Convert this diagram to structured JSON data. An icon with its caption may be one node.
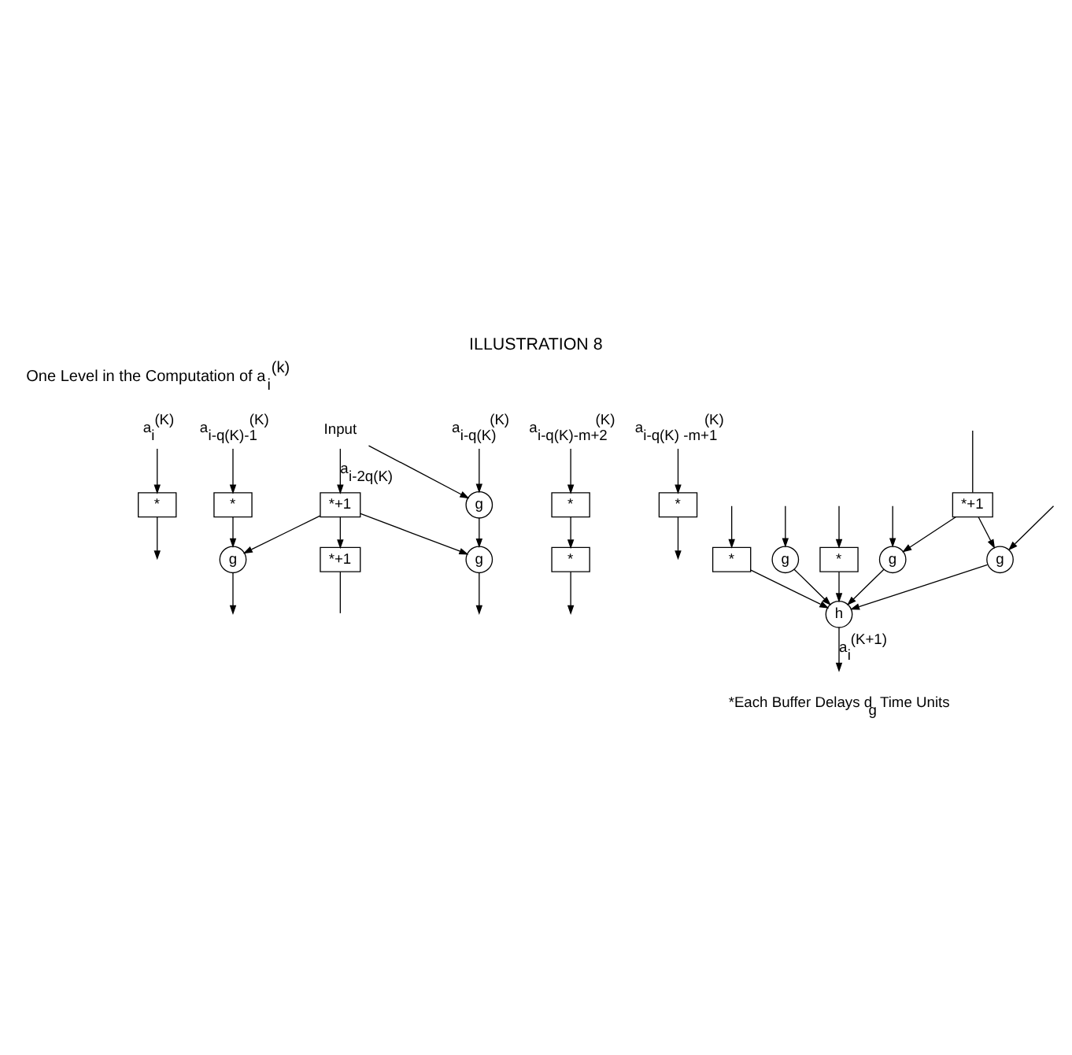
{
  "diagram": {
    "title": "ILLUSTRATION 8",
    "nodes": [
      {
        "text": [
          "a$_{i}$$^{(K)}$"
        ]
      },
      {
        "text": [
          "Input"
        ]
      },
      {
        "text": [
          "a$_{i-q(K)}$$^{(K)}$"
        ]
      },
      {
        "text": [
          "a$_{i-q(K)-1}$$^{(K)}$"
        ]
      },
      {
        "text": [
          "a$_{i-q(K)-m+2}$$^{(K)}$"
        ]
      },
      {
        "text": [
          "a$_{i-q(K) -m+1}$$^{(K)}$"
        ]
      },
      {
        "text": [
          "*"
        ]
      },
      {
        "text": [
          "*+1"
        ]
      },
      {
        "text": [
          "g"
        ]
      },
      {
        "text": [
          "*"
        ]
      },
      {
        "text": [
          "*"
        ]
      },
      {
        "text": [
          "*"
        ]
      },
      {
        "text": [
          "*+1"
        ]
      },
      {
        "text": [
          "g"
        ]
      },
      {
        "text": [
          "g"
        ]
      },
      {
        "text": [
          "*"
        ]
      },
      {
        "text": [
          "*+1"
        ]
      },
      {
        "text": [
          "*"
        ]
      },
      {
        "text": [
          "g"
        ]
      },
      {
        "text": [
          "g"
        ]
      },
      {
        "text": [
          "g"
        ]
      },
      {
        "text": [
          "*"
        ]
      },
      {
        "text": [
          "h"
        ]
      }
    ],
    "edges": [
      {
        "from": 0,
        "to": 6,
        "arrow": "to"
      },
      {
        "from": 1,
        "to": 7,
        "arrow": "to",
        "label": "a$_{i-2q(K)}$"
      },
      {
        "from": 1,
        "to": 8,
        "arrow": "to"
      },
      {
        "from": 2,
        "to": 8,
        "arrow": "to"
      },
      {
        "from": 3,
        "to": 9,
        "arrow": "to"
      },
      {
        "from": 4,
        "to": 10,
        "arrow": "to"
      },
      {
        "from": 5,
        "to": 11,
        "arrow": "to"
      },
      {
        "from": 6,
        "to": null,
        "arrow": "to"
      },
      {
        "from": 7,
        "to": 12,
        "arrow": "to"
      },
      {
        "from": 7,
        "to": 13,
        "arrow": "to"
      },
      {
        "from": 7,
        "to": 14,
        "arrow": "to"
      },
      {
        "from": 8,
        "to": 13,
        "arrow": "to"
      },
      {
        "from": 9,
        "to": 14,
        "arrow": "to"
      },
      {
        "from": 10,
        "to": 15,
        "arrow": "to"
      },
      {
        "from": 11,
        "to": null,
        "arrow": "to"
      },
      {
        "from": 12,
        "to": null,
        "arrow": "none"
      },
      {
        "from": 13,
        "to": null,
        "arrow": "to"
      },
      {
        "from": 14,
        "to": null,
        "arrow": "to"
      },
      {
        "from": 15,
        "to": null,
        "arrow": "to"
      },
      {
        "from": null,
        "to": 16,
        "arrow": "none"
      },
      {
        "from": null,
        "to": 17,
        "arrow": "to"
      },
      {
        "from": 16,
        "to": 18,
        "arrow": "to"
      },
      {
        "from": 16,
        "to": 20,
        "arrow": "to"
      },
      {
        "from": null,
        "to": 18,
        "arrow": "to"
      },
      {
        "from": null,
        "to": 19,
        "arrow": "to"
      },
      {
        "from": null,
        "to": 20,
        "arrow": "to"
      },
      {
        "from": null,
        "to": 21,
        "arrow": "to"
      },
      {
        "from": 17,
        "to": 22,
        "arrow": "to"
      },
      {
        "from": 18,
        "to": 22,
        "arrow": "to"
      },
      {
        "from": 19,
        "to": 22,
        "arrow": "to"
      },
      {
        "from": 20,
        "to": 22,
        "arrow": "to"
      },
      {
        "from": 21,
        "to": 22,
        "arrow": "to"
      },
      {
        "from": 22,
        "to": null,
        "arrow": "to",
        "label": "a$_{i}$$^{(K+1)}$"
      }
    ],
    "labels": [
      "One Level in the Computation of a$_{i}$$^{(k)}$",
      "*Each Buffer Delays d$_{g}$ Time Units"
    ]
  }
}
